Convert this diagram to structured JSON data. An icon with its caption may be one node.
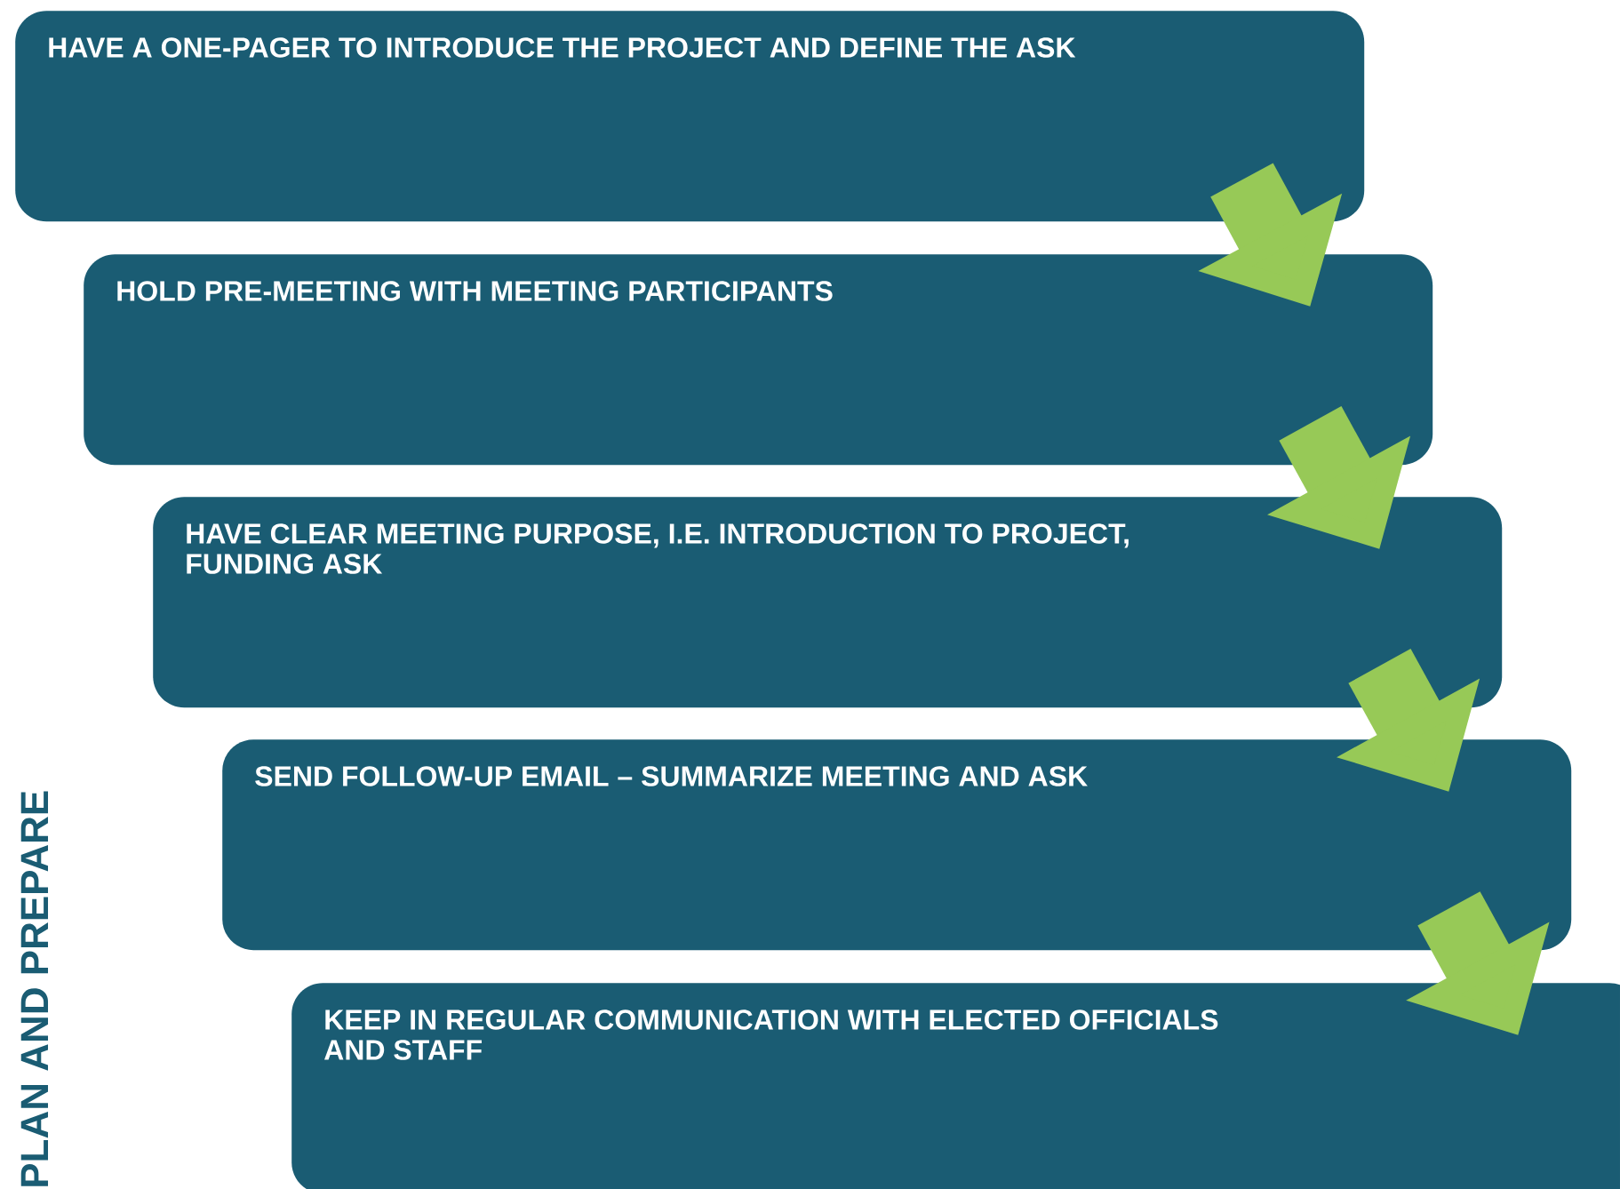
{
  "diagram": {
    "nodes": [
      {
        "text": [
          "HAVE A ONE-PAGER TO INTRODUCE THE PROJECT AND DEFINE THE ASK"
        ]
      },
      {
        "text": [
          "HOLD PRE-MEETING WITH MEETING PARTICIPANTS"
        ]
      },
      {
        "text": [
          "HAVE CLEAR MEETING PURPOSE, I.E. INTRODUCTION TO PROJECT, FUNDING ASK"
        ]
      },
      {
        "text": [
          "SEND FOLLOW-UP EMAIL – SUMMARIZE MEETING AND ASK"
        ]
      },
      {
        "text": [
          "KEEP IN REGULAR COMMUNICATION WITH ELECTED OFFICIALS AND STAFF"
        ]
      }
    ],
    "edges": [
      {
        "from": 0,
        "to": 1,
        "arrow": "to"
      },
      {
        "from": 1,
        "to": 2,
        "arrow": "to"
      },
      {
        "from": 2,
        "to": 3,
        "arrow": "to"
      },
      {
        "from": 3,
        "to": 4,
        "arrow": "to"
      }
    ],
    "labels": [
      "PLAN AND PREPARE"
    ]
  }
}
